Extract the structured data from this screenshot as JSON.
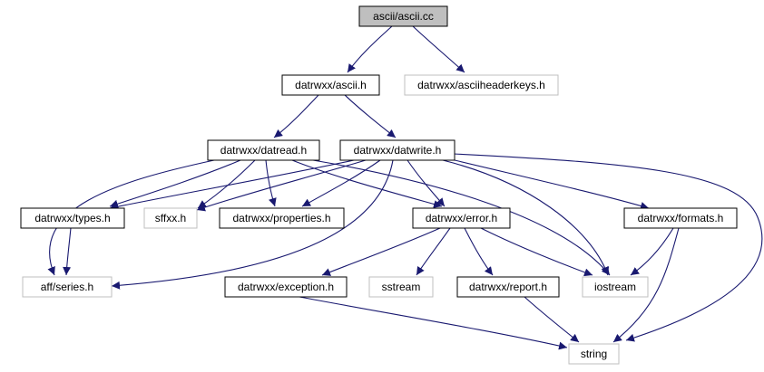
{
  "colors": {
    "edge": "#191970",
    "focus_fill": "#bfbfbf",
    "documented_border": "#000000",
    "undocumented_border": "#bfbfbf",
    "text": "#000000"
  },
  "nodes": {
    "ascii_cc": {
      "label": "ascii/ascii.cc",
      "kind": "focus"
    },
    "ascii_h": {
      "label": "datrwxx/ascii.h",
      "kind": "documented"
    },
    "asciiheaderkeys_h": {
      "label": "datrwxx/asciiheaderkeys.h",
      "kind": "undocumented"
    },
    "datread_h": {
      "label": "datrwxx/datread.h",
      "kind": "documented"
    },
    "datwrite_h": {
      "label": "datrwxx/datwrite.h",
      "kind": "documented"
    },
    "types_h": {
      "label": "datrwxx/types.h",
      "kind": "documented"
    },
    "sffxx_h": {
      "label": "sffxx.h",
      "kind": "undocumented"
    },
    "properties_h": {
      "label": "datrwxx/properties.h",
      "kind": "documented"
    },
    "error_h": {
      "label": "datrwxx/error.h",
      "kind": "documented"
    },
    "formats_h": {
      "label": "datrwxx/formats.h",
      "kind": "documented"
    },
    "series_h": {
      "label": "aff/series.h",
      "kind": "undocumented"
    },
    "exception_h": {
      "label": "datrwxx/exception.h",
      "kind": "documented"
    },
    "sstream": {
      "label": "sstream",
      "kind": "undocumented"
    },
    "report_h": {
      "label": "datrwxx/report.h",
      "kind": "documented"
    },
    "iostream": {
      "label": "iostream",
      "kind": "undocumented"
    },
    "string": {
      "label": "string",
      "kind": "undocumented"
    }
  },
  "edges": [
    [
      "ascii_cc",
      "ascii_h"
    ],
    [
      "ascii_cc",
      "asciiheaderkeys_h"
    ],
    [
      "ascii_h",
      "datread_h"
    ],
    [
      "ascii_h",
      "datwrite_h"
    ],
    [
      "datread_h",
      "series_h"
    ],
    [
      "datread_h",
      "types_h"
    ],
    [
      "datread_h",
      "sffxx_h"
    ],
    [
      "datread_h",
      "properties_h"
    ],
    [
      "datread_h",
      "error_h"
    ],
    [
      "datread_h",
      "iostream"
    ],
    [
      "datwrite_h",
      "types_h"
    ],
    [
      "datwrite_h",
      "sffxx_h"
    ],
    [
      "datwrite_h",
      "properties_h"
    ],
    [
      "datwrite_h",
      "series_h"
    ],
    [
      "datwrite_h",
      "error_h"
    ],
    [
      "datwrite_h",
      "iostream"
    ],
    [
      "datwrite_h",
      "formats_h"
    ],
    [
      "datwrite_h",
      "string"
    ],
    [
      "types_h",
      "series_h"
    ],
    [
      "error_h",
      "exception_h"
    ],
    [
      "error_h",
      "sstream"
    ],
    [
      "error_h",
      "report_h"
    ],
    [
      "error_h",
      "iostream"
    ],
    [
      "formats_h",
      "iostream"
    ],
    [
      "formats_h",
      "string"
    ],
    [
      "exception_h",
      "string"
    ],
    [
      "report_h",
      "string"
    ]
  ]
}
